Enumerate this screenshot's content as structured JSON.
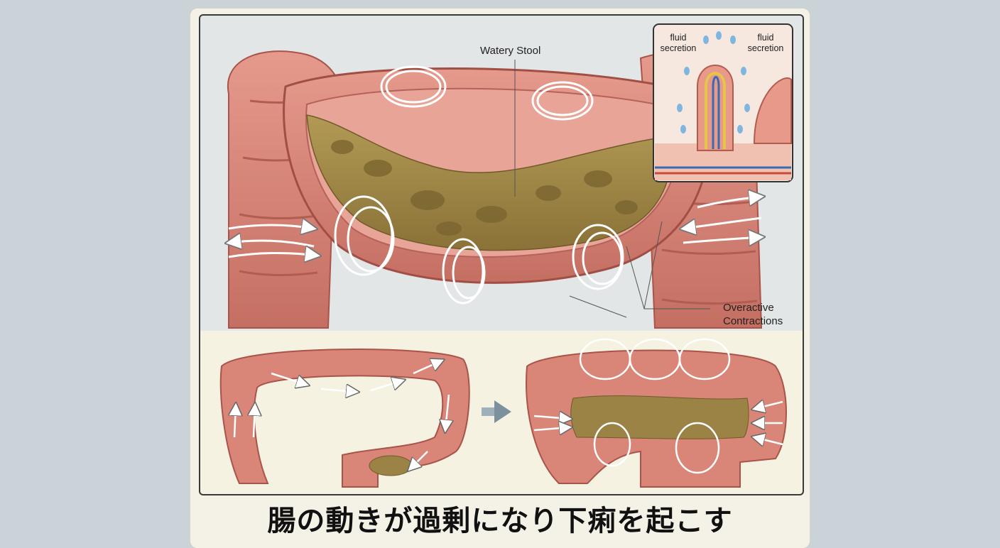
{
  "labels": {
    "watery_stool": "Watery Stool",
    "overactive_contractions_line1": "Overactive",
    "overactive_contractions_line2": "Contractions",
    "fluid_secretion_left_line1": "fluid",
    "fluid_secretion_left_line2": "secretion",
    "fluid_secretion_right_line1": "fluid",
    "fluid_secretion_right_line2": "secretion"
  },
  "caption": "腸の動きが過剰になり下痢を起こす",
  "colors": {
    "background": "#c9d3d8",
    "card": "#f4f1e6",
    "intestine": "#d98577",
    "intestine_dark": "#b85b50",
    "stool": "#9a8345",
    "panel_border": "#3a3a3a"
  },
  "icons": {
    "process_arrow": "right-arrow-icon",
    "contraction_arrows": "circular-arrow-icon",
    "fluid_droplet": "droplet-icon"
  }
}
